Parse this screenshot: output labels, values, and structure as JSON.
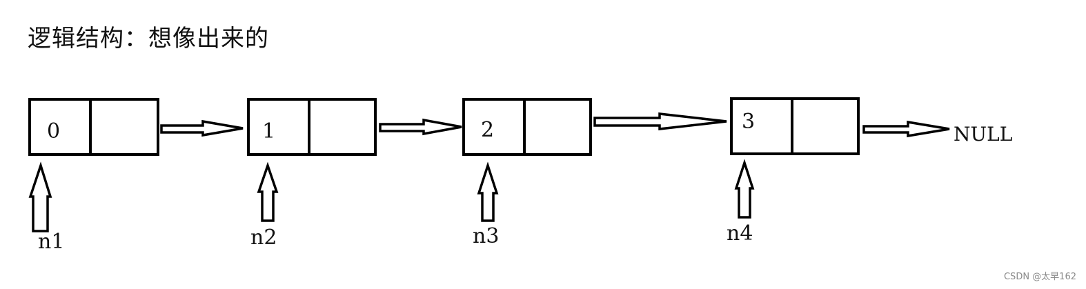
{
  "title": "逻辑结构：想像出来的",
  "nodes": [
    {
      "value": "0",
      "pointer": "n1"
    },
    {
      "value": "1",
      "pointer": "n2"
    },
    {
      "value": "2",
      "pointer": "n3"
    },
    {
      "value": "3",
      "pointer": "n4"
    }
  ],
  "null_label": "NULL",
  "watermark": "CSDN @太早162"
}
